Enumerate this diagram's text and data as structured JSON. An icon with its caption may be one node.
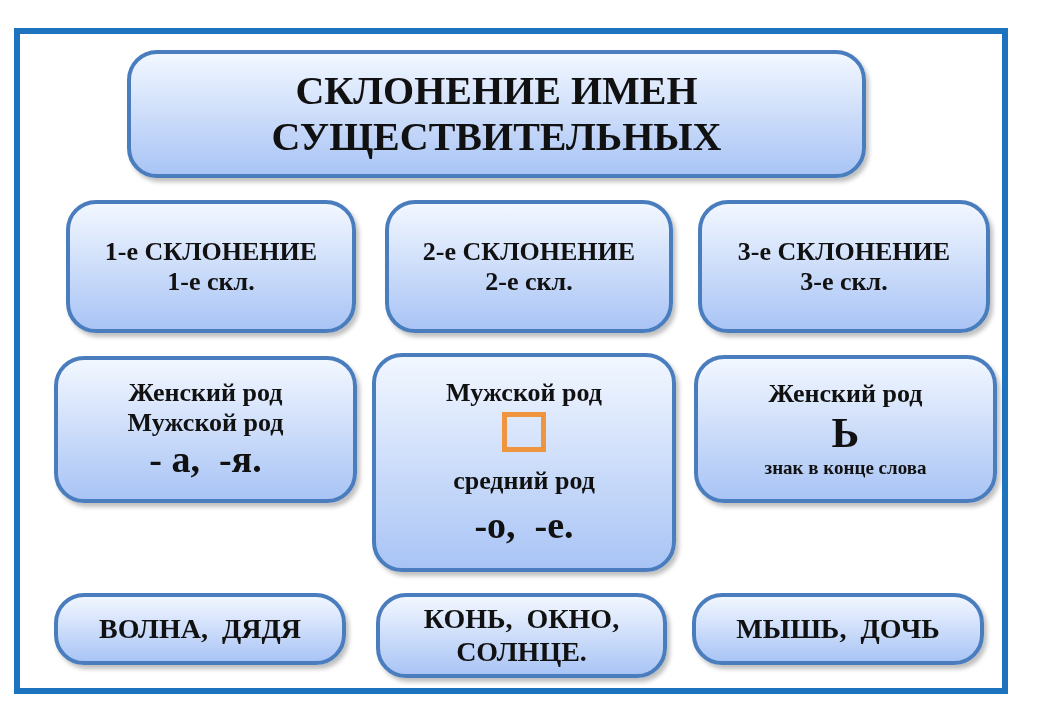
{
  "diagram": {
    "nodes": [
      {
        "text": [
          "СКЛОНЕНИЕ ИМЕН СУЩЕСТВИТЕЛЬНЫХ"
        ]
      },
      {
        "text": [
          "1-е СКЛОНЕНИЕ",
          "1-е скл."
        ]
      },
      {
        "text": [
          "2-е СКЛОНЕНИЕ",
          "2-е скл."
        ]
      },
      {
        "text": [
          "3-е СКЛОНЕНИЕ",
          "3-е скл."
        ]
      },
      {
        "text": [
          "Женский род",
          "Мужской род",
          "- а,  -я."
        ]
      },
      {
        "text": [
          "Мужской род",
          "средний род",
          "-о,  -е."
        ]
      },
      {
        "text": [],
        "shape": "box",
        "in": 5
      },
      {
        "text": [
          "Женский род",
          "Ь",
          "знак в конце слова"
        ]
      },
      {
        "text": [
          "ВОЛНА,  ДЯДЯ"
        ]
      },
      {
        "text": [
          "КОНЬ,  ОКНО, СОЛНЦЕ."
        ]
      },
      {
        "text": [
          "МЫШЬ,  ДОЧЬ"
        ]
      }
    ],
    "edges": []
  }
}
